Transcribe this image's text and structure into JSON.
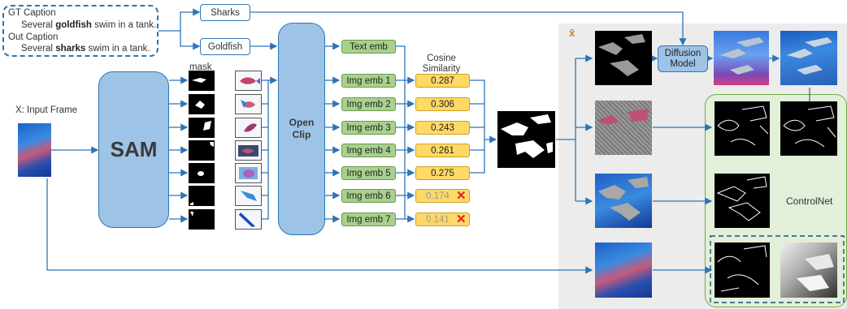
{
  "captions": {
    "gt_title": "GT Caption",
    "gt_pre": "Several ",
    "gt_bold": "goldfish",
    "gt_post": " swim in a tank.",
    "out_title": "Out Caption",
    "out_pre": "Several ",
    "out_bold": "sharks",
    "out_post": " swim in a tank."
  },
  "caption_boxes": {
    "sharks": "Sharks",
    "goldfish": "Goldfish"
  },
  "input_label": "X: Input Frame",
  "sam_label": "SAM",
  "mask_label": "mask",
  "openclip_label": "Open\nClip",
  "text_emb": "Text emb",
  "cosine_label": "Cosine\nSimilarity",
  "img_embs": [
    "Img emb 1",
    "Img emb 2",
    "Img emb 3",
    "Img emb 4",
    "Img emb 5",
    "Img emb 6",
    "Img emb 7"
  ],
  "similarities": [
    {
      "value": "0.287",
      "rejected": false
    },
    {
      "value": "0.306",
      "rejected": false
    },
    {
      "value": "0.243",
      "rejected": false
    },
    {
      "value": "0.261",
      "rejected": false
    },
    {
      "value": "0.275",
      "rejected": false
    },
    {
      "value": "0.174",
      "rejected": true
    },
    {
      "value": "0.141",
      "rejected": true
    }
  ],
  "x_tilde": "x̃",
  "diffusion_label": "Diffusion\nModel",
  "controlnet_label": "ControlNet",
  "colors": {
    "blue_border": "#2e75b6",
    "blue_fill": "#9dc3e6",
    "green_fill": "#a9d18e",
    "yellow_fill": "#ffd966",
    "reject": "#e02020",
    "panel_gray": "#ececec",
    "panel_green": "#e2efd9"
  }
}
